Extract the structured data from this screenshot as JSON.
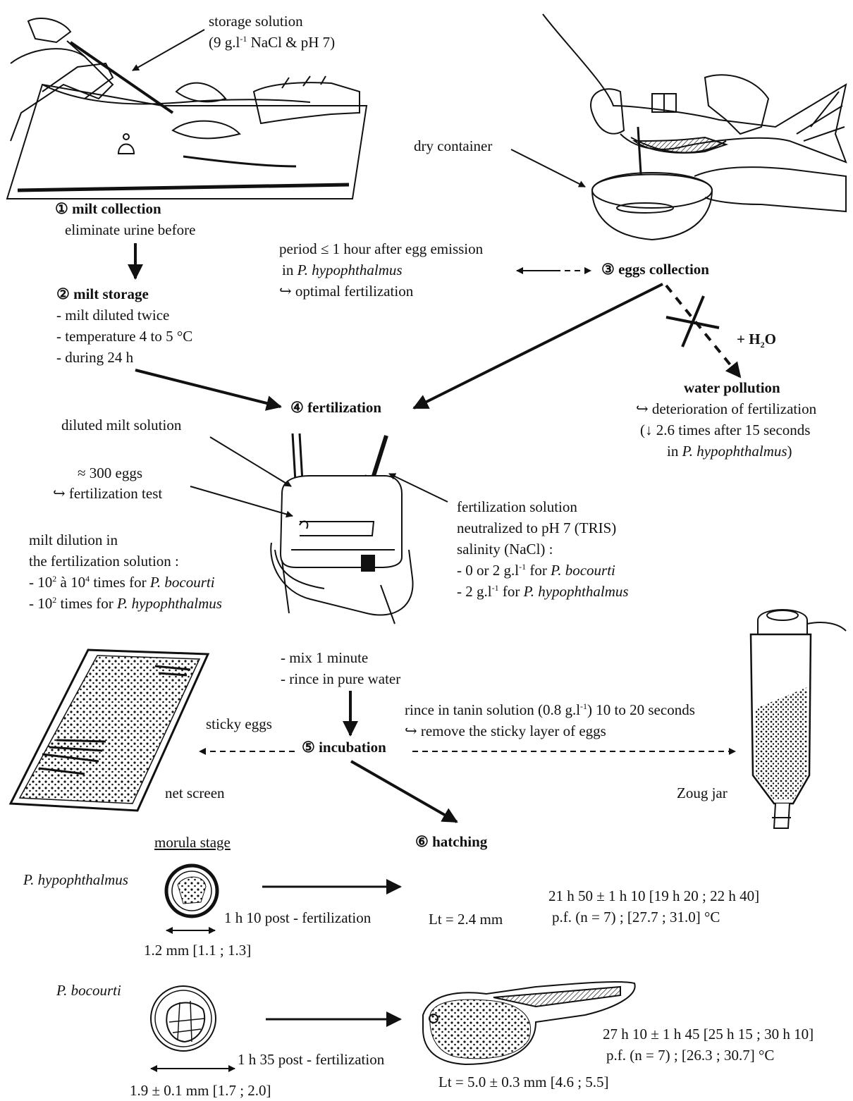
{
  "title": "",
  "steps": {
    "s1": {
      "num": "①",
      "title": "milt collection",
      "note": "eliminate urine before"
    },
    "s2": {
      "num": "②",
      "title": "milt storage",
      "items": [
        "- milt diluted twice",
        "- temperature 4 to 5 °C",
        "- during 24 h"
      ]
    },
    "s3": {
      "num": "③",
      "title": "eggs collection"
    },
    "s4": {
      "num": "④",
      "title": "fertilization"
    },
    "s5": {
      "num": "⑤",
      "title": "incubation"
    },
    "s6": {
      "num": "⑥",
      "title": "hatching"
    }
  },
  "labels": {
    "storage_solution_1": "storage solution",
    "storage_solution_2a": "(9 g.l",
    "storage_solution_2sup": "-1",
    "storage_solution_2b": " NaCl & pH 7)",
    "dry_container": "dry container",
    "period_1": "period ≤ 1 hour after egg emission",
    "period_2a": "in ",
    "period_2b": "P. hypophthalmus",
    "period_3": "↪ optimal fertilization",
    "h2o_a": "+ H",
    "h2o_sub": "2",
    "h2o_b": "O",
    "water_pollution": "water pollution",
    "deterioration": "↪ deterioration of fertilization",
    "times_after": "(↓ 2.6 times after 15 seconds",
    "in_species_a": "in ",
    "in_species_b": "P. hypophthalmus",
    "in_species_c": ")",
    "diluted_milt": "diluted milt solution",
    "eggs_300": "≈ 300 eggs",
    "fert_test": "↪ fertilization test",
    "milt_dilution_1": "milt dilution in",
    "milt_dilution_2": "the fertilization solution :",
    "milt_dilution_3a": "- 10",
    "milt_dilution_3s1": "2",
    "milt_dilution_3b": " à 10",
    "milt_dilution_3s2": "4",
    "milt_dilution_3c": " times for ",
    "milt_dilution_3d": "P. bocourti",
    "milt_dilution_4a": "- 10",
    "milt_dilution_4s": "2",
    "milt_dilution_4b": " times for ",
    "milt_dilution_4c": "P. hypophthalmus",
    "fert_solution_1": "fertilization solution",
    "fert_solution_2": "neutralized to pH 7 (TRIS)",
    "fert_solution_3": "salinity (NaCl) :",
    "fert_solution_4a": "- 0 or 2 g.l",
    "fert_solution_4s": "-1",
    "fert_solution_4b": " for ",
    "fert_solution_4c": "P. bocourti",
    "fert_solution_5a": "- 2 g.l",
    "fert_solution_5s": "-1",
    "fert_solution_5b": " for ",
    "fert_solution_5c": "P. hypophthalmus",
    "mix": "- mix 1 minute",
    "rince_pure": "- rince in pure water",
    "tanin_a": "rince in tanin solution (0.8 g.l",
    "tanin_s": "-1",
    "tanin_b": ") 10 to 20 seconds",
    "sticky_layer": "↪ remove the sticky layer of eggs",
    "sticky_eggs": "sticky eggs",
    "net_screen": "net screen",
    "zoug_jar": "Zoug jar",
    "morula": "morula stage"
  },
  "species": {
    "hypo": {
      "name": "P. hypophthalmus",
      "morula_time": "1 h 10 post - fertilization",
      "egg_size": "1.2 mm [1.1 ; 1.3]",
      "larva_length": "Lt = 2.4 mm",
      "hatch_time": "21 h 50 ± 1 h 10 [19 h 20 ; 22 h 40]",
      "hatch_temp": "p.f. (n = 7) ; [27.7 ; 31.0] °C"
    },
    "boco": {
      "name": "P. bocourti",
      "morula_time": "1 h 35 post - fertilization",
      "egg_size": "1.9 ± 0.1 mm [1.7 ; 2.0]",
      "larva_length": "Lt = 5.0 ± 0.3 mm [4.6 ; 5.5]",
      "hatch_time": "27 h 10 ± 1 h 45 [25 h 15 ; 30 h 10]",
      "hatch_temp": "p.f. (n = 7) ; [26.3 ; 30.7] °C"
    }
  },
  "colors": {
    "ink": "#111111",
    "paper": "#ffffff"
  }
}
